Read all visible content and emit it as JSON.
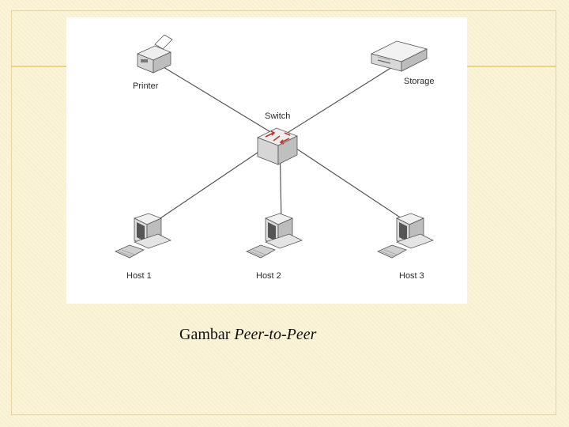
{
  "diagram": {
    "nodes": {
      "printer": "Printer",
      "storage": "Storage",
      "switch": "Switch",
      "host1": "Host 1",
      "host2": "Host 2",
      "host3": "Host 3"
    },
    "edges": [
      [
        "switch",
        "printer"
      ],
      [
        "switch",
        "storage"
      ],
      [
        "switch",
        "host1"
      ],
      [
        "switch",
        "host2"
      ],
      [
        "switch",
        "host3"
      ]
    ]
  },
  "caption": {
    "prefix": "Gambar",
    "emphasis": "Peer-to-Peer"
  },
  "colors": {
    "background": "#fbf3d7",
    "decoration": "#e8c96a",
    "switch_arrows": "#c0392b"
  }
}
